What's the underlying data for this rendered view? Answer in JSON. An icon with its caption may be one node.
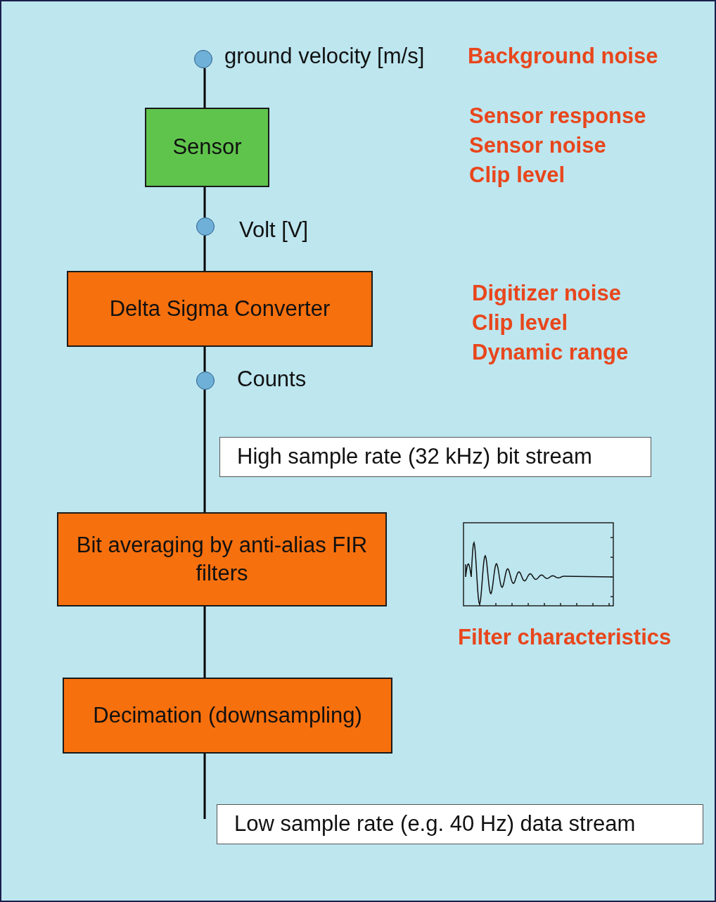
{
  "diagram": {
    "nodes": [
      {
        "text": [],
        "shape": "circle",
        "beside": [
          "ground velocity [m/s]"
        ]
      },
      {
        "text": [
          "Sensor"
        ]
      },
      {
        "text": [],
        "shape": "circle",
        "beside": [
          "Volt  [V]"
        ]
      },
      {
        "text": [
          "Delta Sigma Converter"
        ]
      },
      {
        "text": [],
        "shape": "circle",
        "beside": [
          "Counts"
        ]
      },
      {
        "text": [
          "Bit averaging by anti-alias FIR filters"
        ]
      },
      {
        "text": [
          "Decimation (downsampling)"
        ]
      },
      {
        "text": [
          "High sample rate (32 kHz) bit stream"
        ]
      },
      {
        "text": [
          "Low sample rate (e.g. 40 Hz) data stream"
        ]
      }
    ],
    "edges": [
      {
        "from": 0,
        "to": 1,
        "arrow": "none"
      },
      {
        "from": 1,
        "to": 2,
        "arrow": "none"
      },
      {
        "from": 2,
        "to": 3,
        "arrow": "none"
      },
      {
        "from": 3,
        "to": 4,
        "arrow": "none"
      },
      {
        "from": 4,
        "to": 5,
        "arrow": "none"
      },
      {
        "from": 5,
        "to": 6,
        "arrow": "none"
      },
      {
        "from": 6,
        "to": null,
        "arrow": "none"
      }
    ],
    "labels": [
      "Background noise",
      "Sensor response",
      "Sensor noise",
      "Clip level",
      "Digitizer noise",
      "Clip level",
      "Dynamic range",
      "Filter characteristics"
    ]
  }
}
